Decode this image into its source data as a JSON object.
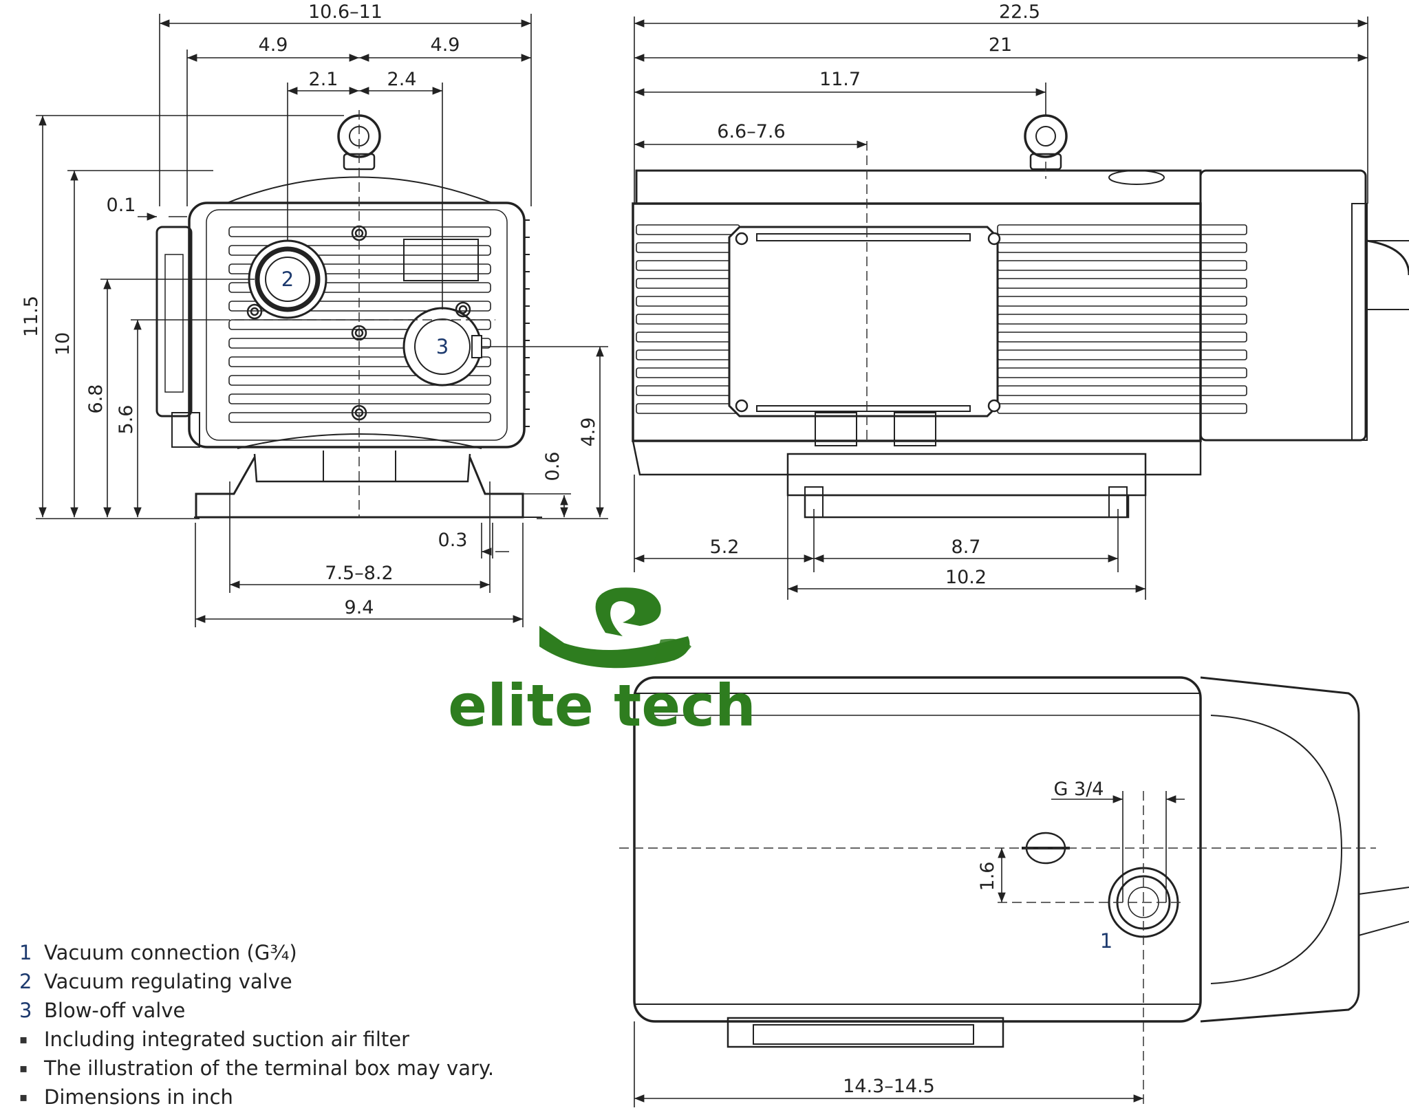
{
  "front_view": {
    "dims": {
      "overall_width": "10.6–11",
      "half_left": "4.9",
      "half_right": "4.9",
      "offset_left": "2.1",
      "offset_right": "2.4",
      "lip": "0.1",
      "height_total": "11.5",
      "height_body": "10",
      "height_conn2": "6.8",
      "height_axis": "5.6",
      "height_conn3": "4.9",
      "foot_height": "0.6",
      "foot_slot": "0.3",
      "foot_spacing": "7.5–8.2",
      "foot_width": "9.4"
    },
    "callouts": {
      "c2": "2",
      "c3": "3"
    }
  },
  "side_view": {
    "dims": {
      "overall_length": "22.5",
      "body_length": "21",
      "eye_bolt_pos": "11.7",
      "axis_pos": "6.6–7.6",
      "foot_offset": "5.2",
      "foot_spacing": "8.7",
      "foot_length": "10.2"
    }
  },
  "top_view": {
    "dims": {
      "thread": "G 3/4",
      "conn_offset": "1.6",
      "conn_pos": "14.3–14.5"
    },
    "callouts": {
      "c1": "1"
    }
  },
  "logo": {
    "text": "elite tech",
    "color": "#2e7d1f"
  },
  "legend": {
    "numbered": [
      {
        "num": "1",
        "text": "Vacuum connection (G¾)"
      },
      {
        "num": "2",
        "text": "Vacuum regulating valve"
      },
      {
        "num": "3",
        "text": "Blow-off valve"
      }
    ],
    "bullets": [
      {
        "bullet": "▪",
        "text": "Including integrated suction air filter"
      },
      {
        "bullet": "▪",
        "text": "The illustration of the terminal box may vary."
      },
      {
        "bullet": "▪",
        "text": "Dimensions in inch"
      }
    ]
  }
}
